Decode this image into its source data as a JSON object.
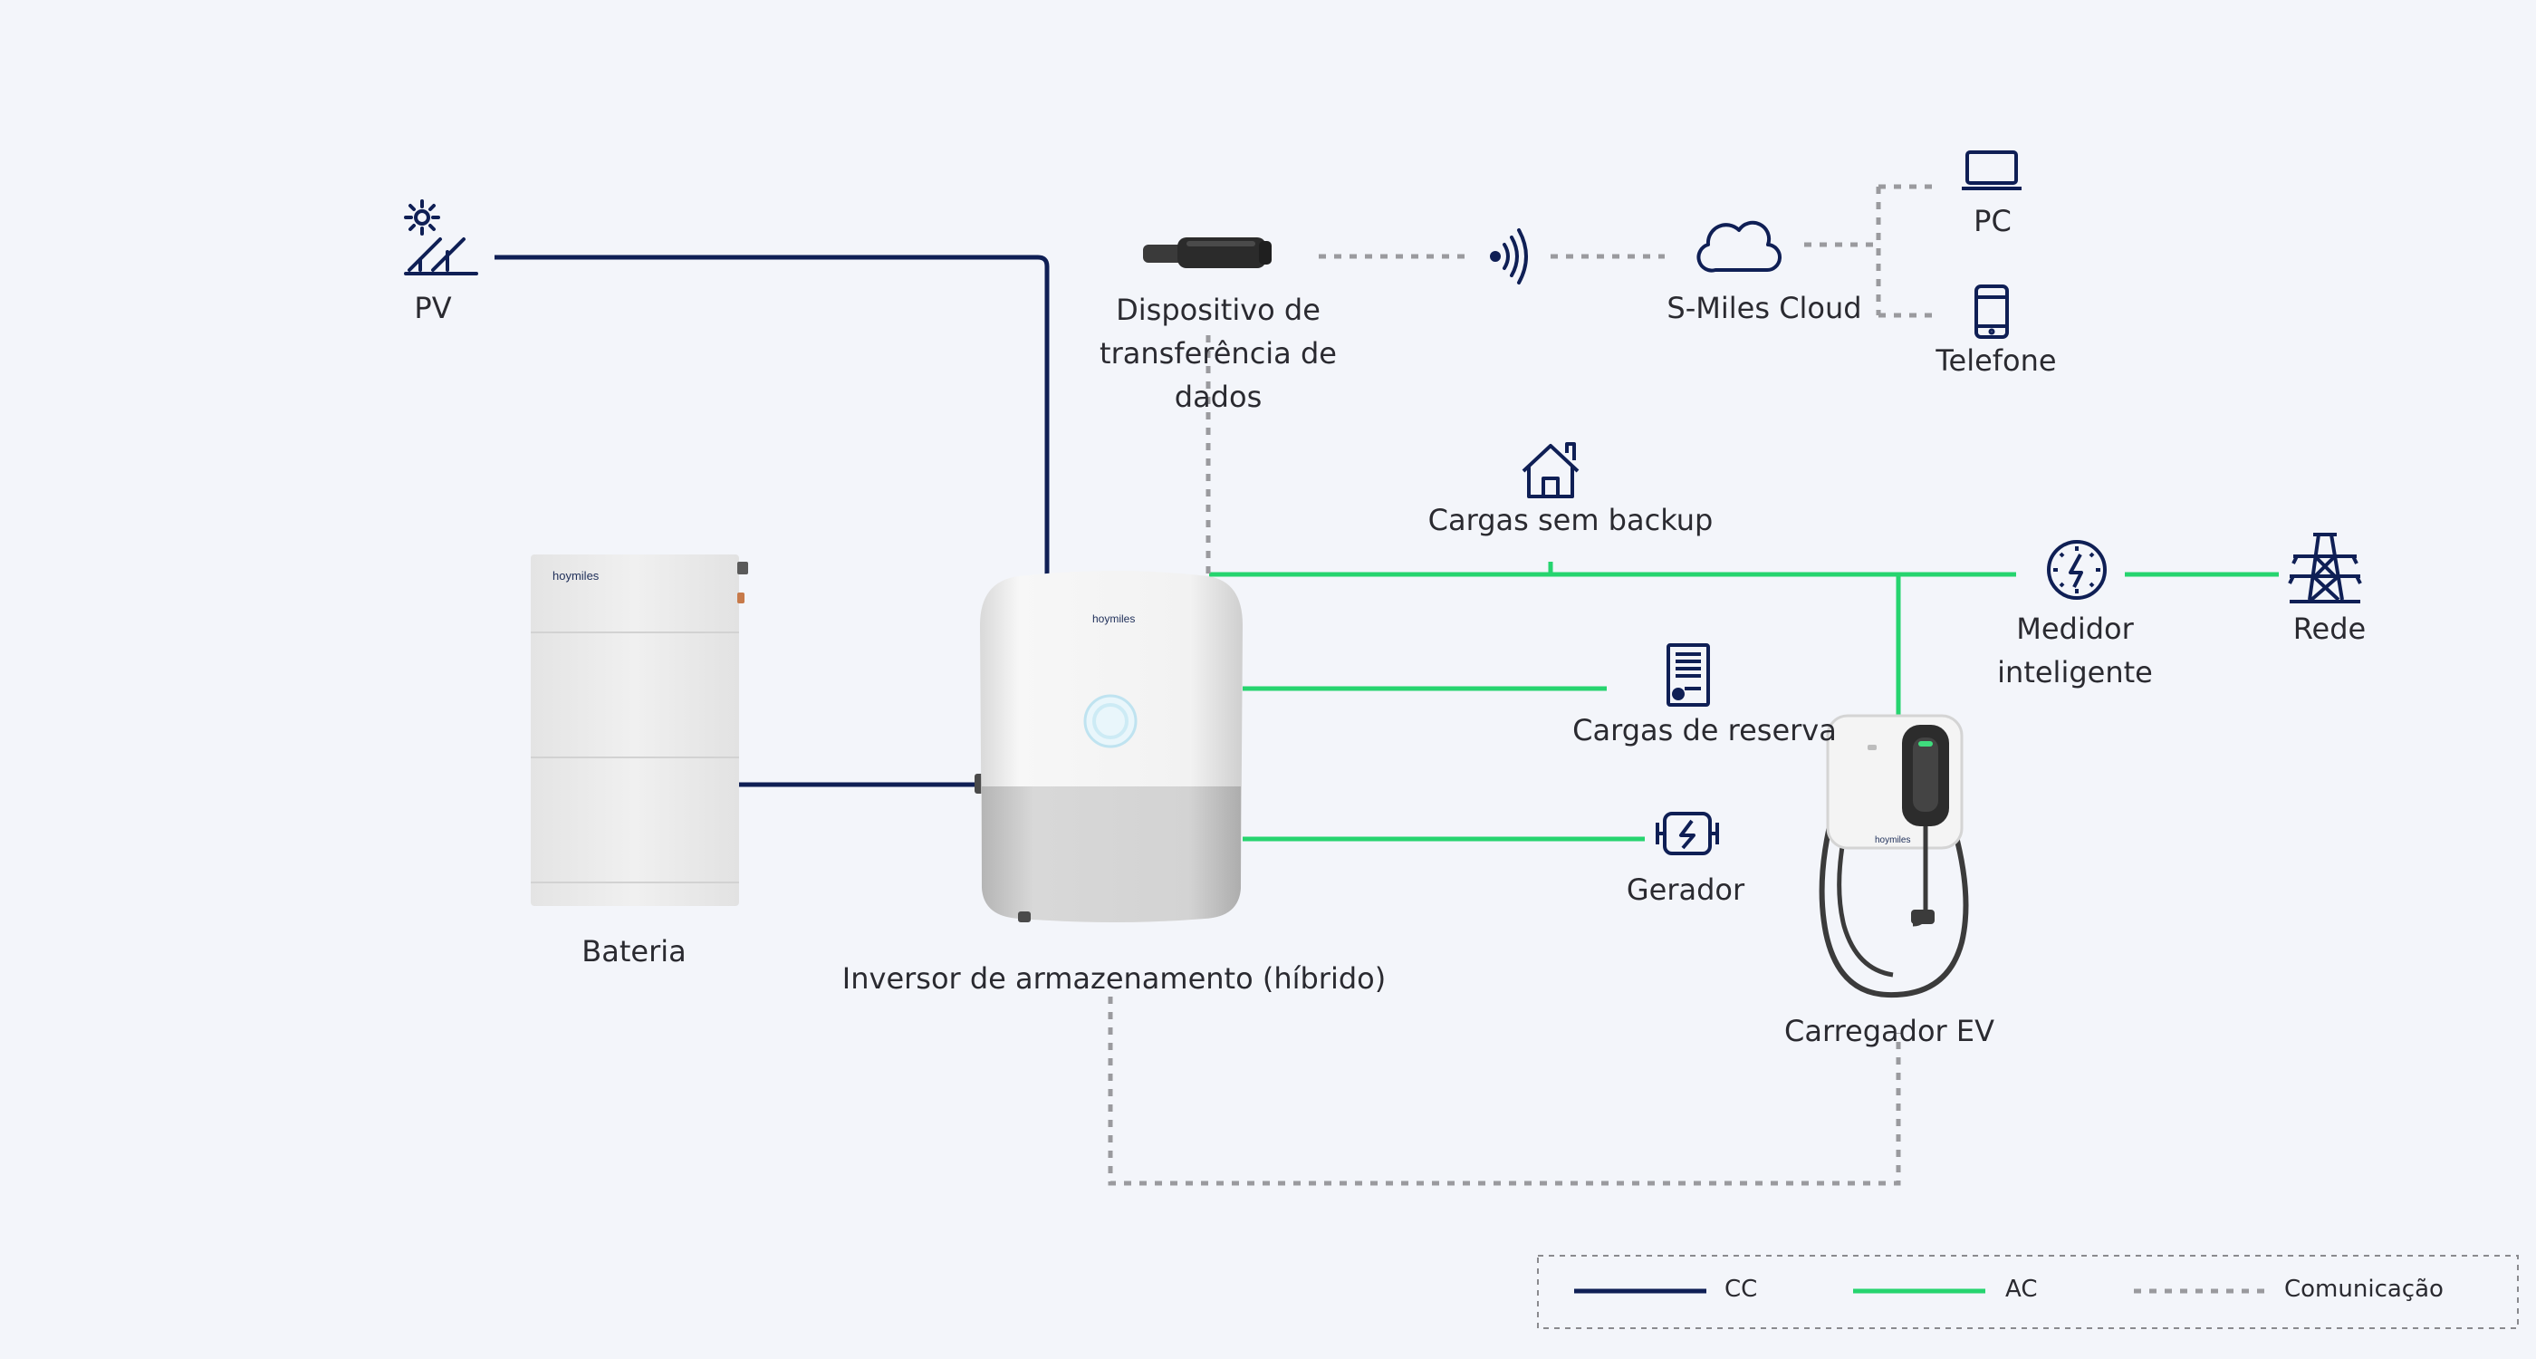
{
  "colors": {
    "dc": "#0f1f55",
    "ac": "#26d46f",
    "comm": "#9a9a9e",
    "background": "#f3f5fa"
  },
  "brand": "hoymiles",
  "nodes": {
    "pv": {
      "label": "PV",
      "icon": "solar-panel-icon"
    },
    "dongle": {
      "label": "Dispositivo de transferência de dados",
      "icon": "dongle-icon"
    },
    "wireless": {
      "icon": "wireless-signal-icon"
    },
    "cloud": {
      "label": "S-Miles Cloud",
      "icon": "cloud-icon"
    },
    "pc": {
      "label": "PC",
      "icon": "laptop-icon"
    },
    "phone": {
      "label": "Telefone",
      "icon": "phone-icon"
    },
    "non_backup": {
      "label": "Cargas sem backup",
      "icon": "house-icon"
    },
    "meter": {
      "label": "Medidor inteligente",
      "icon": "meter-icon"
    },
    "grid": {
      "label": "Rede",
      "icon": "transmission-tower-icon"
    },
    "battery": {
      "label": "Bateria",
      "icon": "battery-icon"
    },
    "inverter": {
      "label": "Inversor de armazenamento (híbrido)",
      "icon": "inverter-icon"
    },
    "backup": {
      "label": "Cargas de reserva",
      "icon": "backup-load-icon"
    },
    "generator": {
      "label": "Gerador",
      "icon": "generator-icon"
    },
    "ev": {
      "label": "Carregador EV",
      "icon": "ev-charger-icon"
    }
  },
  "legend": [
    {
      "key": "dc",
      "label": "CC"
    },
    {
      "key": "ac",
      "label": "AC"
    },
    {
      "key": "comm",
      "label": "Comunicação"
    }
  ]
}
